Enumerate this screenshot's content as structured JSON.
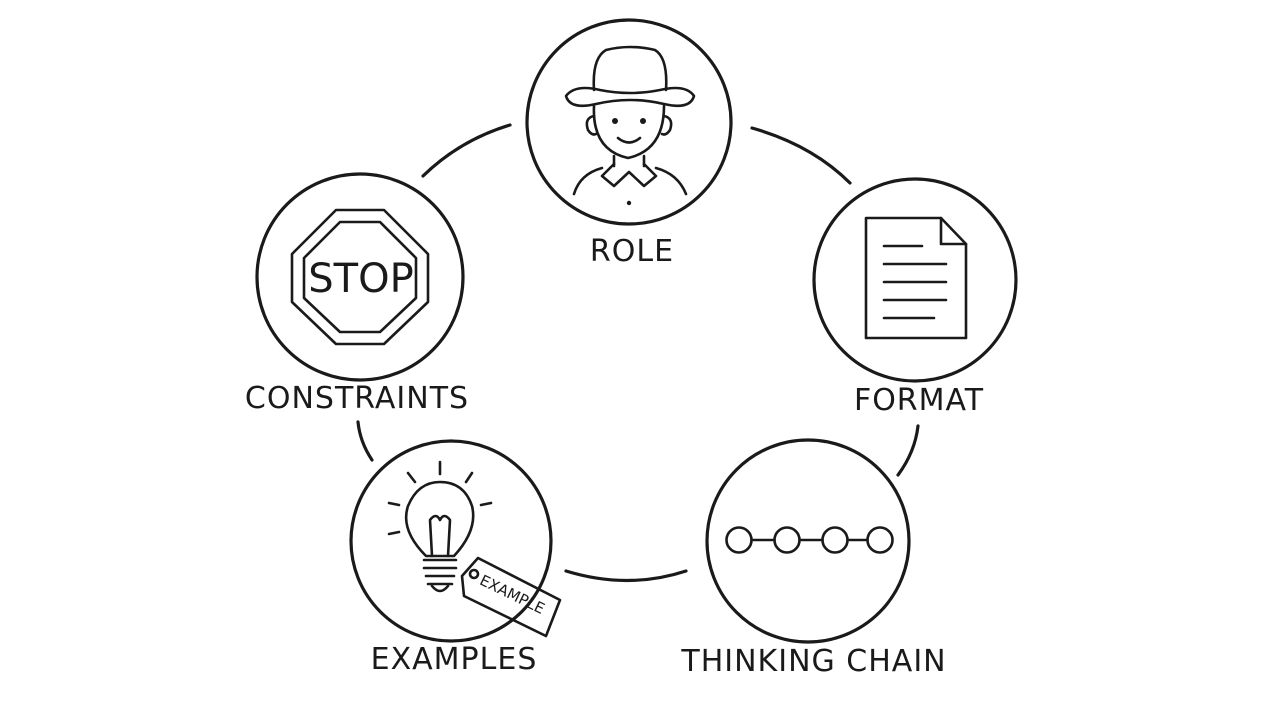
{
  "diagram": {
    "nodes": [
      {
        "id": "role",
        "label": "ROLE",
        "icon": "person-with-hat-icon"
      },
      {
        "id": "format",
        "label": "FORMAT",
        "icon": "document-icon"
      },
      {
        "id": "thinking-chain",
        "label": "THINKING CHAIN",
        "icon": "chain-of-nodes-icon"
      },
      {
        "id": "examples",
        "label": "EXAMPLES",
        "icon": "lightbulb-icon",
        "tag_text": "EXAMPLE"
      },
      {
        "id": "constraints",
        "label": "CONSTRAINTS",
        "icon": "stop-sign-icon",
        "sign_text": "STOP"
      }
    ],
    "connections": [
      [
        "role",
        "format"
      ],
      [
        "format",
        "thinking-chain"
      ],
      [
        "thinking-chain",
        "examples"
      ],
      [
        "examples",
        "constraints"
      ],
      [
        "constraints",
        "role"
      ]
    ]
  }
}
